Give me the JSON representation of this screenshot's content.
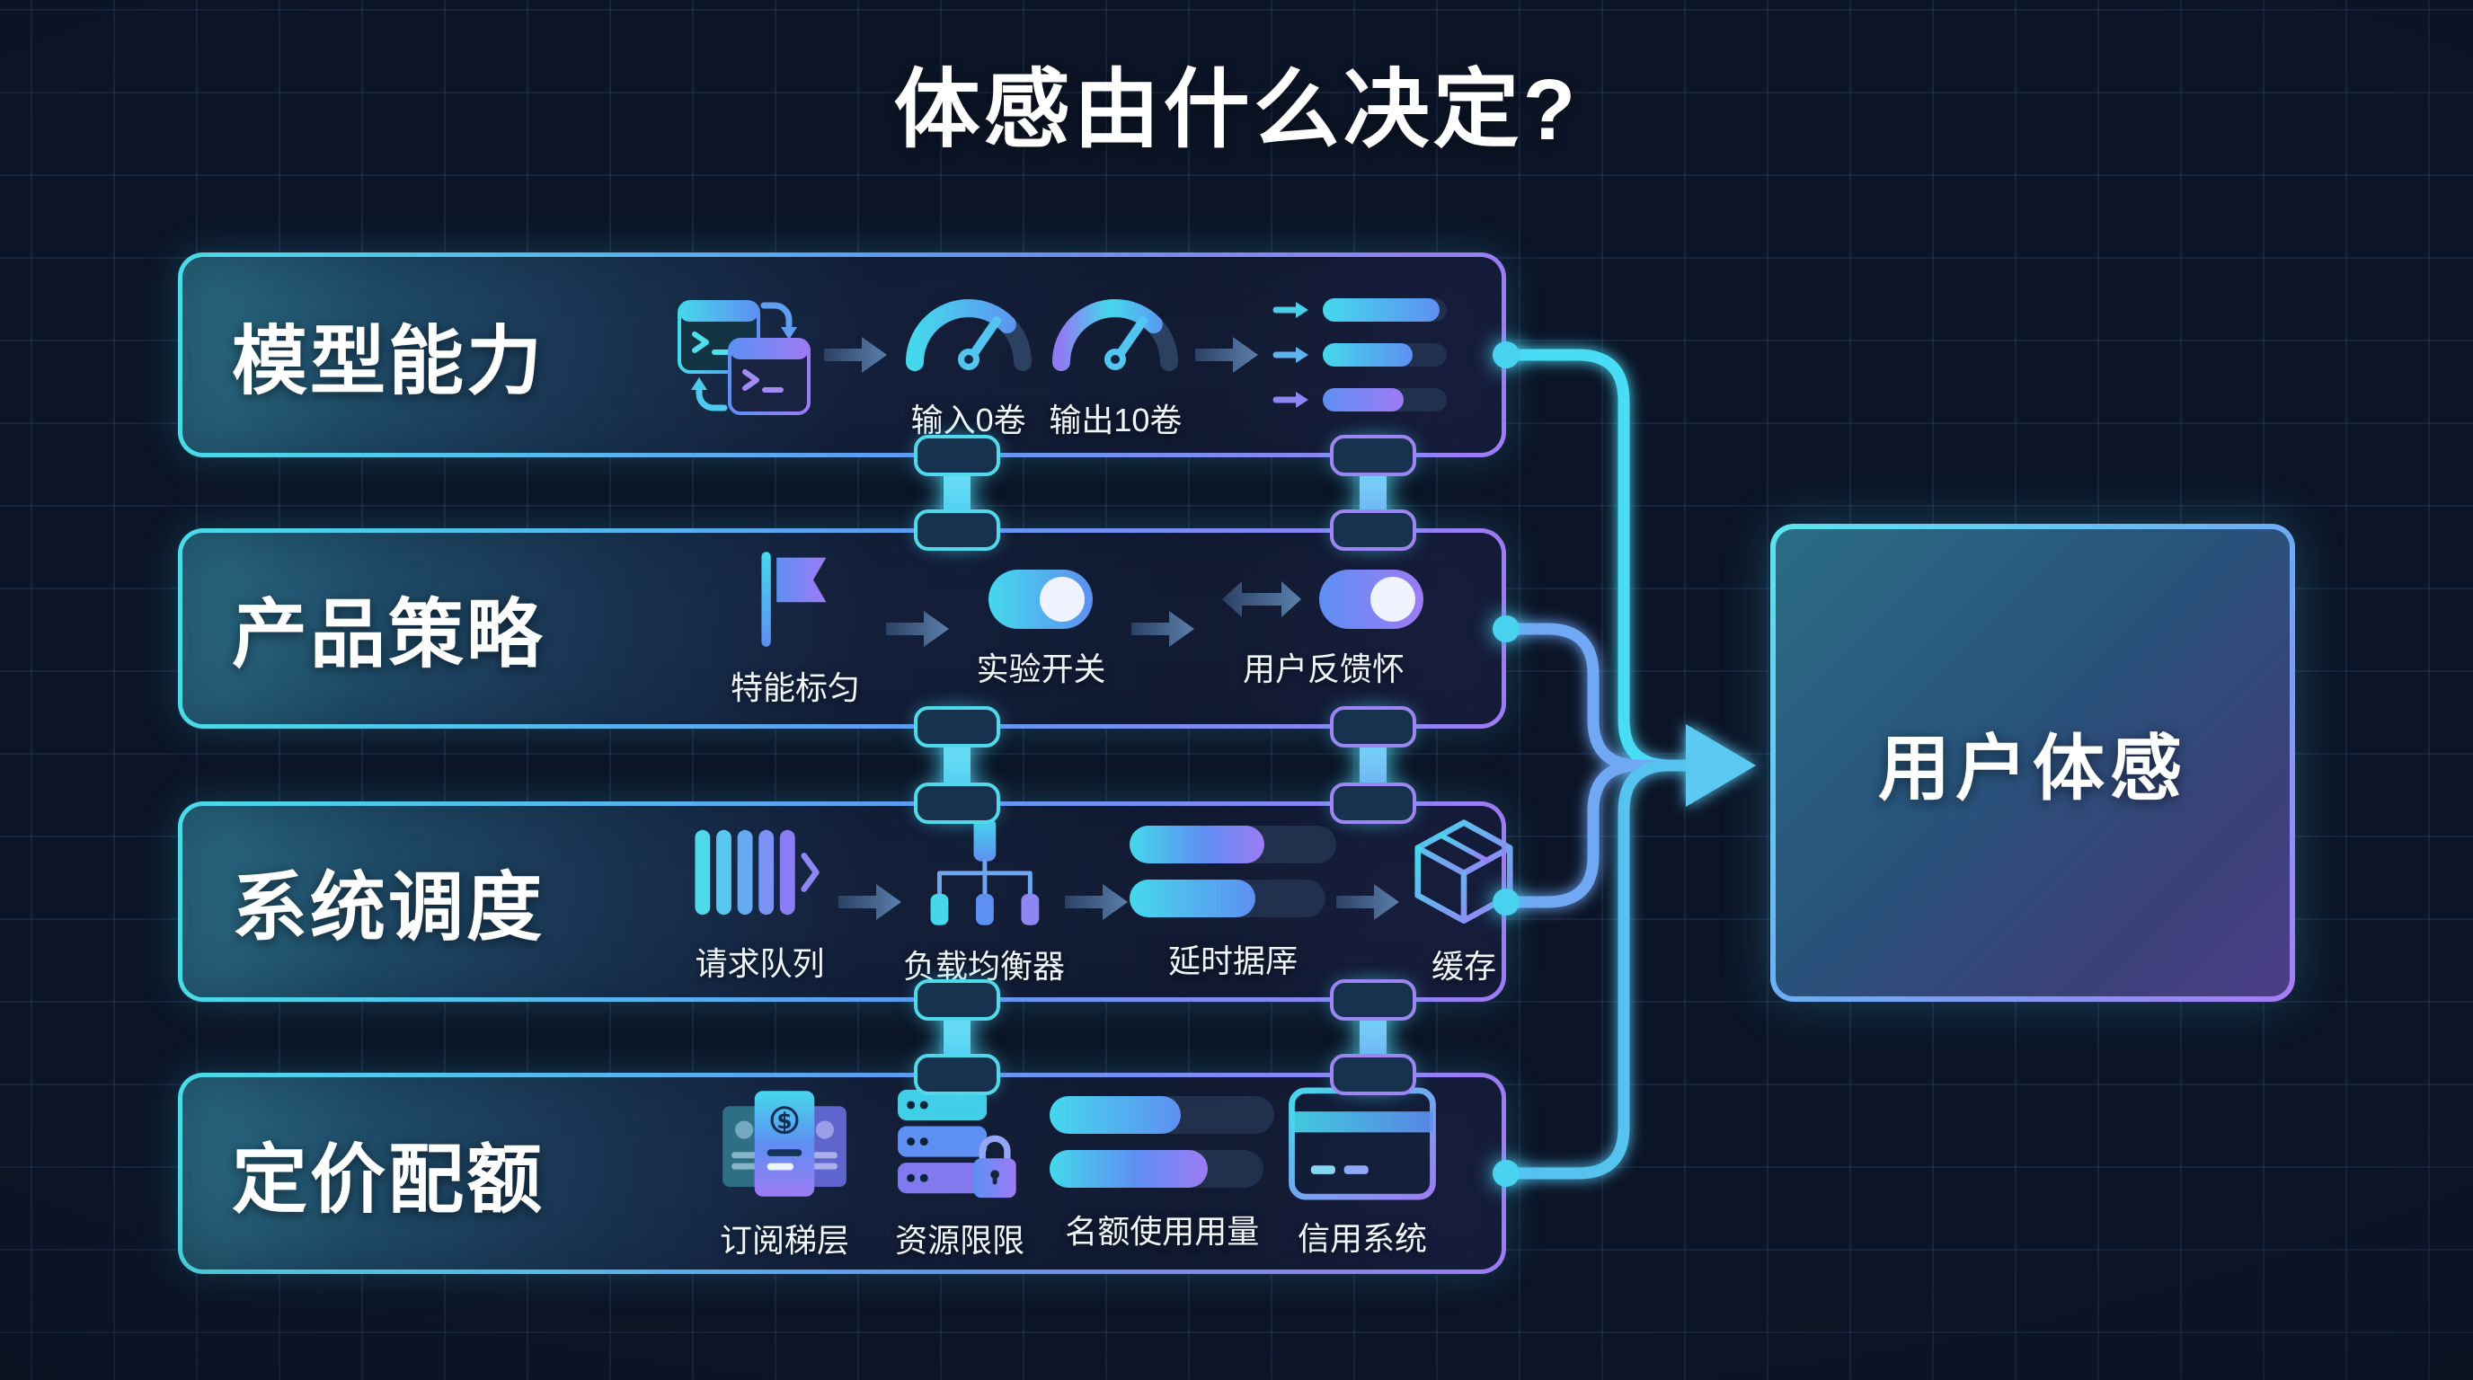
{
  "page": {
    "title": "体感由什么决定?"
  },
  "rows": [
    {
      "title": "模型能力",
      "items": [
        {
          "icon": "terminal-swap-icon"
        },
        {
          "icon": "input-gauge-icon",
          "label": "输入0卷"
        },
        {
          "icon": "output-gauge-icon",
          "label": "输出10卷"
        },
        {
          "icon": "stream-output-icon"
        }
      ]
    },
    {
      "title": "产品策略",
      "items": [
        {
          "icon": "feature-flag-icon",
          "label": "特能标匀"
        },
        {
          "icon": "toggle-switch-icon",
          "label": "实验开关"
        },
        {
          "icon": "feedback-toggle-icon",
          "label": "用户反馈怀"
        }
      ]
    },
    {
      "title": "系统调度",
      "items": [
        {
          "icon": "request-queue-icon",
          "label": "请求队列"
        },
        {
          "icon": "load-balancer-icon",
          "label": "负载均衡器"
        },
        {
          "icon": "latency-bars-icon",
          "label": "延时据厗"
        },
        {
          "icon": "cache-box-icon",
          "label": "缓存"
        }
      ]
    },
    {
      "title": "定价配额",
      "items": [
        {
          "icon": "subscription-tiers-icon",
          "label": "订阅稊层"
        },
        {
          "icon": "resource-lock-icon",
          "label": "资源限限"
        },
        {
          "icon": "quota-usage-icon",
          "label": "名额使用用量"
        },
        {
          "icon": "credit-card-icon",
          "label": "信用系统"
        }
      ]
    }
  ],
  "result": {
    "label": "用户体感"
  },
  "colors": {
    "background": "#0C1527",
    "grid_line": "#3D5C94",
    "cyan": "#45D8EC",
    "blue": "#5E8FF2",
    "purple": "#9D7BF5",
    "wire_cyan": "#49DCF5",
    "wire_blue": "#6FA8F4",
    "text": "#FFFFFF",
    "dark_arrow": "#3E5A80"
  }
}
